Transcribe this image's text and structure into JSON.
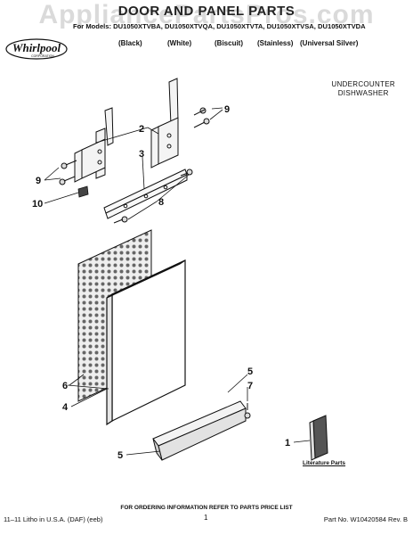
{
  "watermark": "AppliancePartsPros.com",
  "title": "DOOR AND PANEL PARTS",
  "models_line": "For Models: DU1050XTVBA, DU1050XTVQA, DU1050XTVTA, DU1050XTVSA, DU1050XTVDA",
  "color_variants": [
    "(Black)",
    "(White)",
    "(Biscuit)",
    "(Stainless)",
    "(Universal Silver)"
  ],
  "brand": {
    "name": "Whirlpool",
    "sub": "CORPORATION"
  },
  "product_type": [
    "UNDERCOUNTER",
    "DISHWASHER"
  ],
  "callouts": [
    "9",
    "2",
    "3",
    "9",
    "8",
    "10",
    "6",
    "4",
    "5",
    "7",
    "5",
    "1"
  ],
  "literature_label": "Literature Parts",
  "footer": {
    "ordering_note": "FOR ORDERING INFORMATION REFER TO PARTS PRICE LIST",
    "litho": "11–11 Litho in U.S.A. (DAF) (eeb)",
    "page": "1",
    "part_no": "Part No. W10420584 Rev. B"
  }
}
